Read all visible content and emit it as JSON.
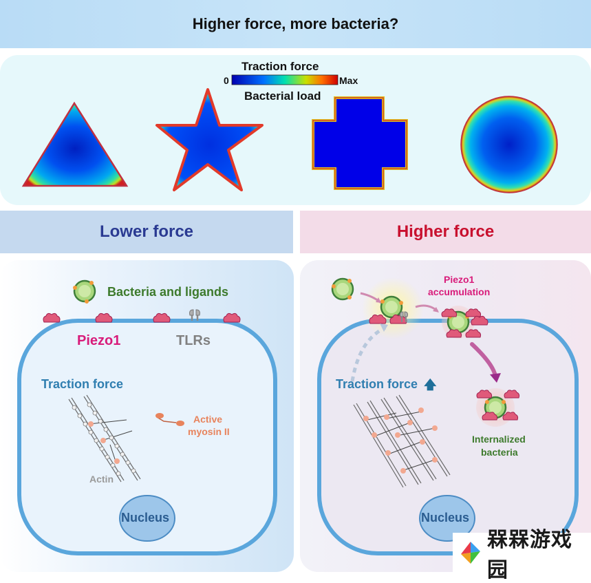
{
  "header": {
    "title": "Higher force, more bacteria?"
  },
  "legend": {
    "title": "Traction force",
    "min_label": "0",
    "max_label": "Max",
    "subtitle": "Bacterial load"
  },
  "shapes": [
    "triangle-shape",
    "star-shape",
    "cross-shape",
    "circle-shape"
  ],
  "sections": {
    "lower": {
      "label": "Lower force"
    },
    "higher": {
      "label": "Higher force"
    }
  },
  "lower_panel": {
    "bacteria_label": "Bacteria and ligands",
    "piezo_label": "Piezo1",
    "tlr_label": "TLRs",
    "traction_label": "Traction force",
    "myosin_label_1": "Active",
    "myosin_label_2": "myosin II",
    "actin_label": "Actin",
    "nucleus_label": "Nucleus"
  },
  "higher_panel": {
    "piezo_acc_1": "Piezo1",
    "piezo_acc_2": "accumulation",
    "traction_label": "Traction force",
    "traction_arrow": "🡅",
    "internalized_1": "Internalized",
    "internalized_2": "bacteria",
    "nucleus_label": "Nucleus"
  },
  "watermark": {
    "text": "槑槑游戏园"
  },
  "colors": {
    "membrane": "#5aa6dc",
    "piezo": "#d81b7a",
    "tlr": "#808080",
    "bacteria_label": "#3d7a2c",
    "traction": "#2f7eb0",
    "myosin": "#e8835c",
    "lower_title": "#2a3a92",
    "higher_title": "#c8102e"
  }
}
